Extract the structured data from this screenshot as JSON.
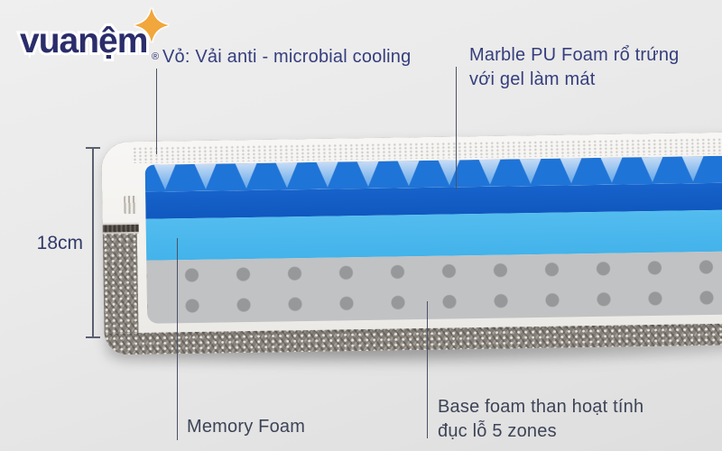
{
  "brand": {
    "logo_text": "vuanệm",
    "registered_mark": "®",
    "logo_color": "#2b2d6b",
    "sparkle_color": "#f1a73c"
  },
  "labels": {
    "cover": "Vỏ: Vải anti - microbial cooling",
    "marble_line1": "Marble PU Foam rổ trứng",
    "marble_line2": "với gel làm mát",
    "memory": "Memory Foam",
    "base_line1": "Base foam than hoạt tính",
    "base_line2": "đục lỗ 5 zones",
    "height": "18cm"
  },
  "mattress": {
    "layers": [
      {
        "name": "cover-fabric",
        "color": "#f2f1ee"
      },
      {
        "name": "marble-pu-foam-egg-crate",
        "color": "#1f74d7",
        "triangle_color": "#bdd7f4"
      },
      {
        "name": "transition-foam",
        "color": "#1160c8"
      },
      {
        "name": "memory-foam",
        "color": "#49b6ec"
      },
      {
        "name": "base-foam-perforated",
        "color": "#c1c2c4",
        "hole_color": "#96989a"
      },
      {
        "name": "side-knit-border",
        "color": "#85807a"
      }
    ]
  }
}
